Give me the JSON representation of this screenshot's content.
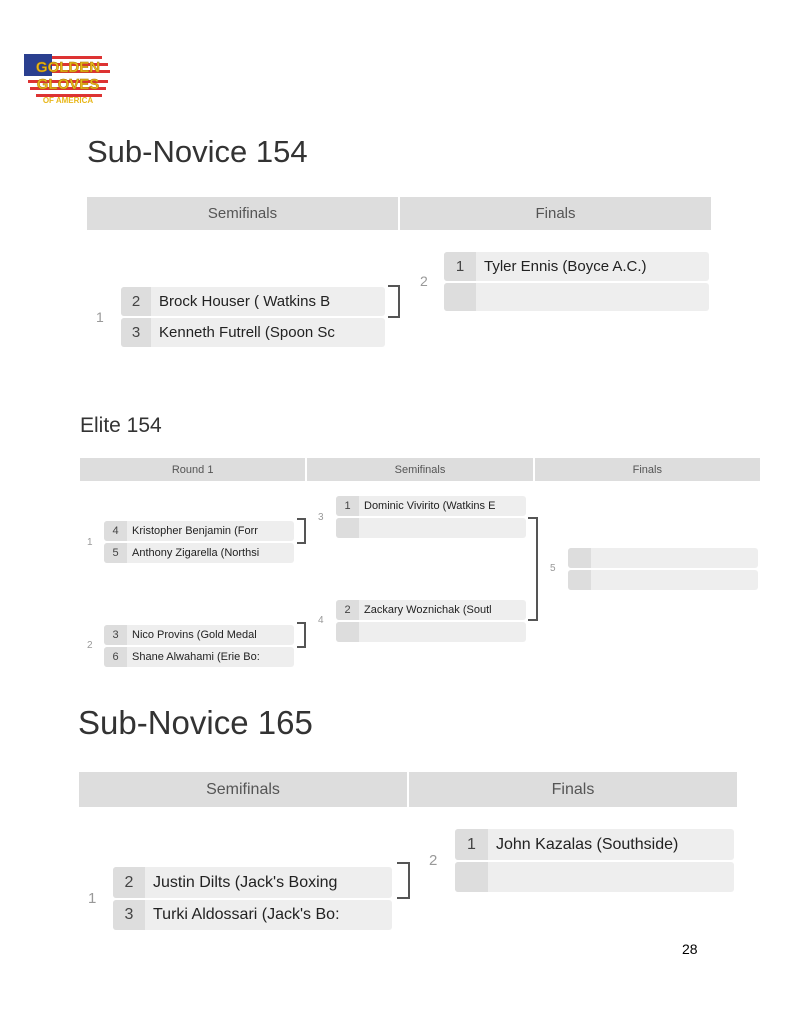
{
  "logo": {
    "text_line1": "GOLDEN",
    "text_line2": "GLOVES",
    "text_line3": "OF AMERICA"
  },
  "brackets": [
    {
      "title": "Sub-Novice 154",
      "rounds": [
        "Semifinals",
        "Finals"
      ],
      "matches": [
        {
          "number": "1",
          "players": [
            {
              "seed": "2",
              "name": "Brock Houser ( Watkins B"
            },
            {
              "seed": "3",
              "name": "Kenneth Futrell (Spoon Sc"
            }
          ]
        },
        {
          "number": "2",
          "players": [
            {
              "seed": "1",
              "name": "Tyler Ennis (Boyce A.C.)"
            },
            {
              "seed": "",
              "name": ""
            }
          ]
        }
      ]
    },
    {
      "title": "Elite 154",
      "rounds": [
        "Round 1",
        "Semifinals",
        "Finals"
      ],
      "matches": [
        {
          "number": "1",
          "players": [
            {
              "seed": "4",
              "name": "Kristopher Benjamin (Forr"
            },
            {
              "seed": "5",
              "name": "Anthony Zigarella (Northsi"
            }
          ]
        },
        {
          "number": "2",
          "players": [
            {
              "seed": "3",
              "name": "Nico Provins (Gold Medal"
            },
            {
              "seed": "6",
              "name": "Shane Alwahami (Erie Bo:"
            }
          ]
        },
        {
          "number": "3",
          "players": [
            {
              "seed": "1",
              "name": "Dominic Vivirito (Watkins E"
            },
            {
              "seed": "",
              "name": ""
            }
          ]
        },
        {
          "number": "4",
          "players": [
            {
              "seed": "2",
              "name": "Zackary Woznichak (Soutl"
            },
            {
              "seed": "",
              "name": ""
            }
          ]
        },
        {
          "number": "5",
          "players": [
            {
              "seed": "",
              "name": ""
            },
            {
              "seed": "",
              "name": ""
            }
          ]
        }
      ]
    },
    {
      "title": "Sub-Novice 165",
      "rounds": [
        "Semifinals",
        "Finals"
      ],
      "matches": [
        {
          "number": "1",
          "players": [
            {
              "seed": "2",
              "name": "Justin Dilts (Jack's Boxing"
            },
            {
              "seed": "3",
              "name": "Turki Aldossari (Jack's Bo:"
            }
          ]
        },
        {
          "number": "2",
          "players": [
            {
              "seed": "1",
              "name": "John Kazalas (Southside)"
            },
            {
              "seed": "",
              "name": ""
            }
          ]
        }
      ]
    }
  ],
  "page_number": "28"
}
